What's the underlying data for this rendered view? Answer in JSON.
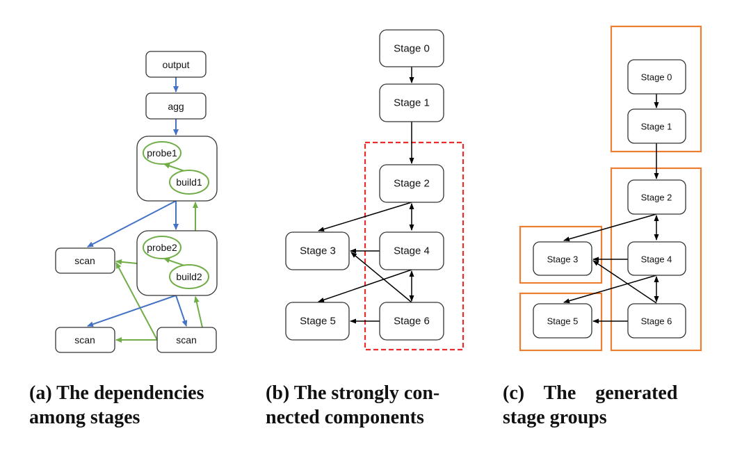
{
  "colors": {
    "dependency_edge": "#4472c4",
    "build_probe_edge": "#70ad47",
    "scc_border": "#ee2b2b",
    "group_border": "#ed7d31",
    "stage_edge": "#000000"
  },
  "panel_a": {
    "nodes": {
      "output": "output",
      "agg": "agg",
      "probe1": "probe1",
      "build1": "build1",
      "probe2": "probe2",
      "build2": "build2",
      "scan_left": "scan",
      "scan_bottom_left": "scan",
      "scan_bottom_right": "scan"
    },
    "caption_line1": "(a) The dependencies",
    "caption_line2": "among stages"
  },
  "panel_b": {
    "stages": [
      "Stage 0",
      "Stage 1",
      "Stage 2",
      "Stage 3",
      "Stage 4",
      "Stage 5",
      "Stage 6"
    ],
    "caption_line1": "(b) The strongly con-",
    "caption_line2": "nected components"
  },
  "panel_c": {
    "stages": [
      "Stage 0",
      "Stage 1",
      "Stage 2",
      "Stage 3",
      "Stage 4",
      "Stage 5",
      "Stage 6"
    ],
    "groups": [
      [
        "Stage 0",
        "Stage 1"
      ],
      [
        "Stage 2",
        "Stage 4",
        "Stage 6"
      ],
      [
        "Stage 3"
      ],
      [
        "Stage 5"
      ]
    ],
    "caption_line1": "(c)    The    generated",
    "caption_line2": "stage groups"
  }
}
